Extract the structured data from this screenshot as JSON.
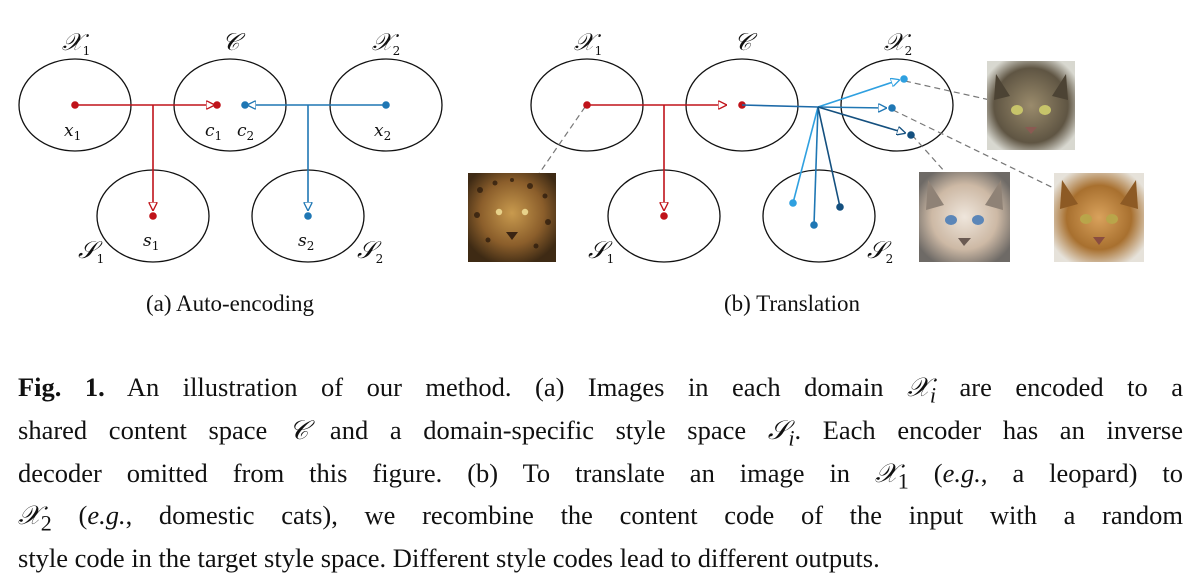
{
  "subfigures": {
    "a": {
      "label": "(a) Auto-encoding"
    },
    "b": {
      "label": "(b) Translation"
    }
  },
  "spaces": {
    "X1": {
      "sym": "𝒳",
      "sub": "1"
    },
    "X2": {
      "sym": "𝒳",
      "sub": "2"
    },
    "C": {
      "sym": "𝒞",
      "sub": ""
    },
    "S1": {
      "sym": "𝒮",
      "sub": "1"
    },
    "S2": {
      "sym": "𝒮",
      "sub": "2"
    }
  },
  "points": {
    "x1": {
      "sym": "x",
      "sub": "1"
    },
    "x2": {
      "sym": "x",
      "sub": "2"
    },
    "c1": {
      "sym": "c",
      "sub": "1"
    },
    "c2": {
      "sym": "c",
      "sub": "2"
    },
    "s1": {
      "sym": "s",
      "sub": "1"
    },
    "s2": {
      "sym": "s",
      "sub": "2"
    }
  },
  "images": {
    "leopard": "leopard-photo",
    "cat1": "tabby-cat-photo",
    "cat2": "siamese-cat-photo",
    "cat3": "orange-tabby-cat-photo"
  },
  "colors": {
    "red": "#c0131a",
    "blue_dark": "#1d6aa8",
    "blue": "#1f77b4",
    "blue_light": "#2fa0e0",
    "navy": "#14507f"
  },
  "caption": {
    "fig_label": "Fig. 1.",
    "lines": [
      [
        " An illustration of our method. (a) Images in each domain ",
        "𝒳",
        "i",
        " are encoded to a"
      ],
      [
        "shared content space ",
        "𝒞",
        "",
        " and a domain-specific style space ",
        "𝒮",
        "i",
        ". Each encoder has an inverse"
      ],
      [
        "decoder omitted from this figure. (b) To translate an image in ",
        "𝒳",
        "1",
        " (",
        "e.g.",
        ", a leopard) to"
      ],
      [
        "𝒳",
        "2",
        " (",
        "e.g.",
        ", domestic cats), we recombine the content code of the input with a random"
      ],
      [
        "style code in the target style space. Different style codes lead to different outputs."
      ]
    ]
  }
}
